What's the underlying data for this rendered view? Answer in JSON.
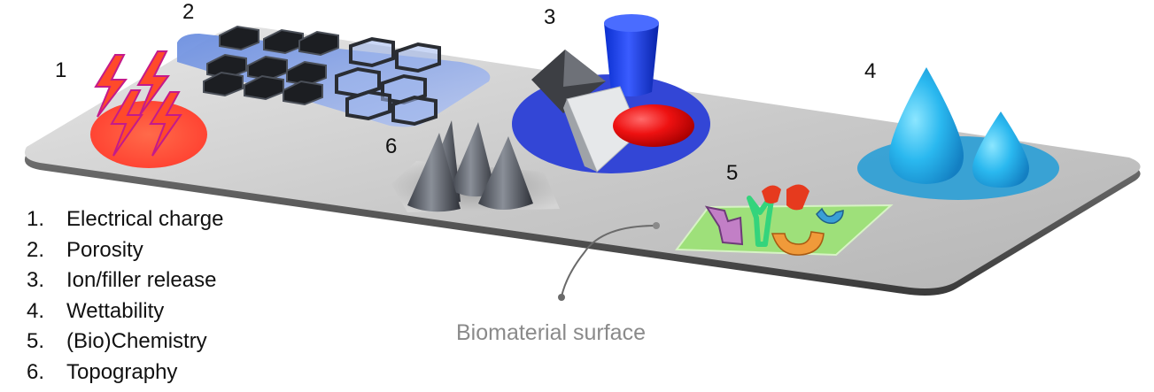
{
  "markers": [
    {
      "id": "1",
      "label": "1"
    },
    {
      "id": "2",
      "label": "2"
    },
    {
      "id": "3",
      "label": "3"
    },
    {
      "id": "4",
      "label": "4"
    },
    {
      "id": "5",
      "label": "5"
    },
    {
      "id": "6",
      "label": "6"
    }
  ],
  "legend": [
    {
      "number": "1.",
      "text": "Electrical charge"
    },
    {
      "number": "2.",
      "text": "Porosity"
    },
    {
      "number": "3.",
      "text": "Ion/filler release"
    },
    {
      "number": "4.",
      "text": "Wettability"
    },
    {
      "number": "5.",
      "text": "(Bio)Chemistry"
    },
    {
      "number": "6.",
      "text": "Topography"
    }
  ],
  "surface_label": "Biomaterial surface",
  "colors": {
    "surface": "#c9c9c9",
    "charge": "#ff4a3d",
    "porosity": "#4c78d6",
    "release": "#3346d6",
    "wettability": "#2a9fd6",
    "chemistry": "#9ee07a",
    "topography": "#555a62",
    "label_gray": "#8a8a8a"
  }
}
